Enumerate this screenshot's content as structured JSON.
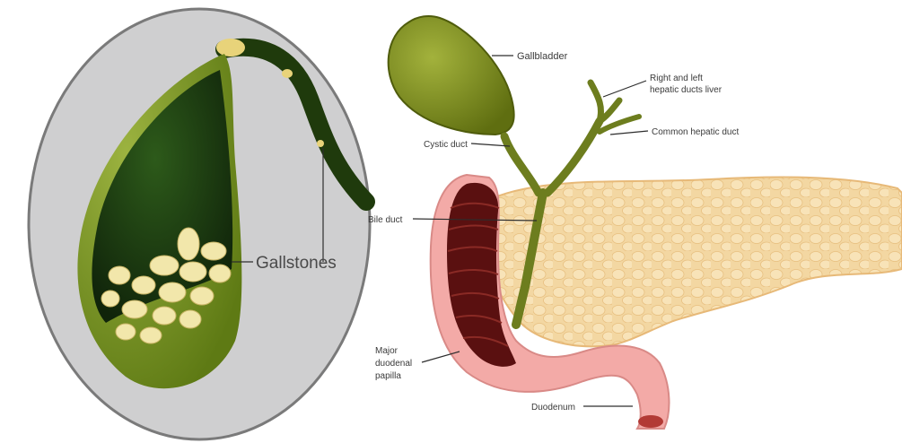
{
  "inset": {
    "label": "Gallstones"
  },
  "anatomy": {
    "labels": {
      "gallbladder": "Gallbladder",
      "hepatic_ducts": [
        "Right and left",
        "hepatic ducts liver"
      ],
      "common_hepatic": "Common hepatic duct",
      "cystic_duct": "Cystic duct",
      "bile_duct": "Bile duct",
      "papilla": [
        "Major",
        "duodenal",
        "papilla"
      ],
      "duodenum": "Duodenum"
    }
  },
  "colors": {
    "inset_bg": "#cfcfd0",
    "gallbladder_dark": "#1d3a10",
    "gallbladder_wall": "#7a9a1e",
    "stones": "#f1e6a8",
    "pancreas": "#f2d39a",
    "duodenum_wall": "#f1a7a4",
    "duodenum_inner": "#5a1010",
    "duct_green": "#6d7d1e"
  }
}
